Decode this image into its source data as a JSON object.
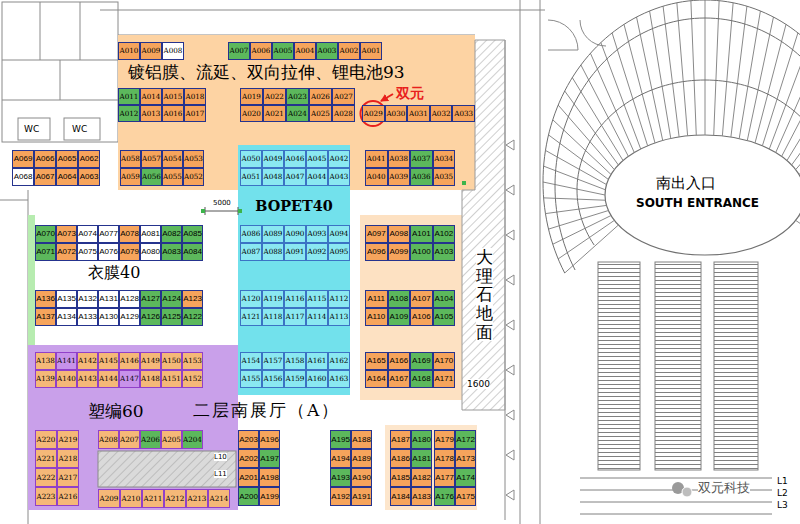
{
  "diagram": {
    "nodes": [
      {
        "text": [
          "镀铝膜、流延、双向拉伸、锂电池93"
        ]
      },
      {
        "text": [
          "A010"
        ],
        "in": 0
      },
      {
        "text": [
          "A009"
        ],
        "in": 0
      },
      {
        "text": [
          "A008"
        ],
        "in": 0
      },
      {
        "text": [
          "A007"
        ],
        "in": 0
      },
      {
        "text": [
          "A006"
        ],
        "in": 0
      },
      {
        "text": [
          "A005"
        ],
        "in": 0
      },
      {
        "text": [
          "A004"
        ],
        "in": 0
      },
      {
        "text": [
          "A003"
        ],
        "in": 0
      },
      {
        "text": [
          "A002"
        ],
        "in": 0
      },
      {
        "text": [
          "A001"
        ],
        "in": 0
      },
      {
        "text": [
          "A011"
        ],
        "in": 0
      },
      {
        "text": [
          "A014"
        ],
        "in": 0
      },
      {
        "text": [
          "A015"
        ],
        "in": 0
      },
      {
        "text": [
          "A018"
        ],
        "in": 0
      },
      {
        "text": [
          "A012"
        ],
        "in": 0
      },
      {
        "text": [
          "A013"
        ],
        "in": 0
      },
      {
        "text": [
          "A016"
        ],
        "in": 0
      },
      {
        "text": [
          "A017"
        ],
        "in": 0
      },
      {
        "text": [
          "A019"
        ],
        "in": 0
      },
      {
        "text": [
          "A022"
        ],
        "in": 0
      },
      {
        "text": [
          "A023"
        ],
        "in": 0
      },
      {
        "text": [
          "A026"
        ],
        "in": 0
      },
      {
        "text": [
          "A027"
        ],
        "in": 0
      },
      {
        "text": [
          "A020"
        ],
        "in": 0
      },
      {
        "text": [
          "A021"
        ],
        "in": 0
      },
      {
        "text": [
          "A024"
        ],
        "in": 0
      },
      {
        "text": [
          "A025"
        ],
        "in": 0
      },
      {
        "text": [
          "A028"
        ],
        "in": 0
      },
      {
        "text": [
          "A029"
        ],
        "in": 0
      },
      {
        "text": [
          "A030"
        ],
        "in": 0
      },
      {
        "text": [
          "A031"
        ],
        "in": 0
      },
      {
        "text": [
          "A032"
        ],
        "in": 0
      },
      {
        "text": [
          "A033"
        ],
        "in": 0
      },
      {
        "text": [
          "A058"
        ],
        "in": 0
      },
      {
        "text": [
          "A057"
        ],
        "in": 0
      },
      {
        "text": [
          "A054"
        ],
        "in": 0
      },
      {
        "text": [
          "A053"
        ],
        "in": 0
      },
      {
        "text": [
          "A059"
        ],
        "in": 0
      },
      {
        "text": [
          "A056"
        ],
        "in": 0
      },
      {
        "text": [
          "A055"
        ],
        "in": 0
      },
      {
        "text": [
          "A052"
        ],
        "in": 0
      },
      {
        "text": [
          "A041"
        ],
        "in": 0
      },
      {
        "text": [
          "A038"
        ],
        "in": 0
      },
      {
        "text": [
          "A037"
        ],
        "in": 0
      },
      {
        "text": [
          "A034"
        ],
        "in": 0
      },
      {
        "text": [
          "A040"
        ],
        "in": 0
      },
      {
        "text": [
          "A039"
        ],
        "in": 0
      },
      {
        "text": [
          "A036"
        ],
        "in": 0
      },
      {
        "text": [
          "A035"
        ],
        "in": 0
      },
      {
        "text": [
          "A069"
        ]
      },
      {
        "text": [
          "A066"
        ]
      },
      {
        "text": [
          "A065"
        ]
      },
      {
        "text": [
          "A062"
        ]
      },
      {
        "text": [
          "A068"
        ]
      },
      {
        "text": [
          "A067"
        ]
      },
      {
        "text": [
          "A064"
        ]
      },
      {
        "text": [
          "A063"
        ]
      },
      {
        "text": [
          "BOPET40"
        ]
      },
      {
        "text": [
          "A050"
        ],
        "in": 58
      },
      {
        "text": [
          "A049"
        ],
        "in": 58
      },
      {
        "text": [
          "A046"
        ],
        "in": 58
      },
      {
        "text": [
          "A045"
        ],
        "in": 58
      },
      {
        "text": [
          "A042"
        ],
        "in": 58
      },
      {
        "text": [
          "A051"
        ],
        "in": 58
      },
      {
        "text": [
          "A048"
        ],
        "in": 58
      },
      {
        "text": [
          "A047"
        ],
        "in": 58
      },
      {
        "text": [
          "A044"
        ],
        "in": 58
      },
      {
        "text": [
          "A043"
        ],
        "in": 58
      },
      {
        "text": [
          "A086"
        ],
        "in": 58
      },
      {
        "text": [
          "A089"
        ],
        "in": 58
      },
      {
        "text": [
          "A090"
        ],
        "in": 58
      },
      {
        "text": [
          "A093"
        ],
        "in": 58
      },
      {
        "text": [
          "A094"
        ],
        "in": 58
      },
      {
        "text": [
          "A087"
        ],
        "in": 58
      },
      {
        "text": [
          "A088"
        ],
        "in": 58
      },
      {
        "text": [
          "A091"
        ],
        "in": 58
      },
      {
        "text": [
          "A092"
        ],
        "in": 58
      },
      {
        "text": [
          "A095"
        ],
        "in": 58
      },
      {
        "text": [
          "A120"
        ],
        "in": 58
      },
      {
        "text": [
          "A119"
        ],
        "in": 58
      },
      {
        "text": [
          "A116"
        ],
        "in": 58
      },
      {
        "text": [
          "A115"
        ],
        "in": 58
      },
      {
        "text": [
          "A112"
        ],
        "in": 58
      },
      {
        "text": [
          "A121"
        ],
        "in": 58
      },
      {
        "text": [
          "A118"
        ],
        "in": 58
      },
      {
        "text": [
          "A117"
        ],
        "in": 58
      },
      {
        "text": [
          "A114"
        ],
        "in": 58
      },
      {
        "text": [
          "A113"
        ],
        "in": 58
      },
      {
        "text": [
          "A154"
        ],
        "in": 58
      },
      {
        "text": [
          "A157"
        ],
        "in": 58
      },
      {
        "text": [
          "A158"
        ],
        "in": 58
      },
      {
        "text": [
          "A161"
        ],
        "in": 58
      },
      {
        "text": [
          "A162"
        ],
        "in": 58
      },
      {
        "text": [
          "A155"
        ],
        "in": 58
      },
      {
        "text": [
          "A156"
        ],
        "in": 58
      },
      {
        "text": [
          "A159"
        ],
        "in": 58
      },
      {
        "text": [
          "A160"
        ],
        "in": 58
      },
      {
        "text": [
          "A163"
        ],
        "in": 58
      },
      {
        "text": [
          "A070"
        ]
      },
      {
        "text": [
          "A073"
        ]
      },
      {
        "text": [
          "A074"
        ]
      },
      {
        "text": [
          "A077"
        ]
      },
      {
        "text": [
          "A078"
        ]
      },
      {
        "text": [
          "A081"
        ]
      },
      {
        "text": [
          "A082"
        ]
      },
      {
        "text": [
          "A085"
        ]
      },
      {
        "text": [
          "A071"
        ]
      },
      {
        "text": [
          "A072"
        ]
      },
      {
        "text": [
          "A075"
        ]
      },
      {
        "text": [
          "A076"
        ]
      },
      {
        "text": [
          "A079"
        ]
      },
      {
        "text": [
          "A080"
        ]
      },
      {
        "text": [
          "A083"
        ]
      },
      {
        "text": [
          "A084"
        ]
      },
      {
        "text": [
          "A097"
        ]
      },
      {
        "text": [
          "A098"
        ]
      },
      {
        "text": [
          "A101"
        ]
      },
      {
        "text": [
          "A102"
        ]
      },
      {
        "text": [
          "A096"
        ]
      },
      {
        "text": [
          "A099"
        ]
      },
      {
        "text": [
          "A100"
        ]
      },
      {
        "text": [
          "A103"
        ]
      },
      {
        "text": [
          "A136"
        ]
      },
      {
        "text": [
          "A135"
        ]
      },
      {
        "text": [
          "A132"
        ]
      },
      {
        "text": [
          "A131"
        ]
      },
      {
        "text": [
          "A128"
        ]
      },
      {
        "text": [
          "A127"
        ]
      },
      {
        "text": [
          "A124"
        ]
      },
      {
        "text": [
          "A123"
        ]
      },
      {
        "text": [
          "A137"
        ]
      },
      {
        "text": [
          "A134"
        ]
      },
      {
        "text": [
          "A133"
        ]
      },
      {
        "text": [
          "A130"
        ]
      },
      {
        "text": [
          "A129"
        ]
      },
      {
        "text": [
          "A126"
        ]
      },
      {
        "text": [
          "A125"
        ]
      },
      {
        "text": [
          "A122"
        ]
      },
      {
        "text": [
          "A111"
        ]
      },
      {
        "text": [
          "A108"
        ]
      },
      {
        "text": [
          "A107"
        ]
      },
      {
        "text": [
          "A104"
        ]
      },
      {
        "text": [
          "A110"
        ]
      },
      {
        "text": [
          "A109"
        ]
      },
      {
        "text": [
          "A106"
        ]
      },
      {
        "text": [
          "A105"
        ]
      },
      {
        "text": [
          "塑编60"
        ]
      },
      {
        "text": [
          "A138"
        ],
        "in": 147
      },
      {
        "text": [
          "A141"
        ],
        "in": 147
      },
      {
        "text": [
          "A142"
        ],
        "in": 147
      },
      {
        "text": [
          "A145"
        ],
        "in": 147
      },
      {
        "text": [
          "A146"
        ],
        "in": 147
      },
      {
        "text": [
          "A149"
        ],
        "in": 147
      },
      {
        "text": [
          "A150"
        ],
        "in": 147
      },
      {
        "text": [
          "A153"
        ],
        "in": 147
      },
      {
        "text": [
          "A139"
        ],
        "in": 147
      },
      {
        "text": [
          "A140"
        ],
        "in": 147
      },
      {
        "text": [
          "A143"
        ],
        "in": 147
      },
      {
        "text": [
          "A144"
        ],
        "in": 147
      },
      {
        "text": [
          "A147"
        ],
        "in": 147
      },
      {
        "text": [
          "A148"
        ],
        "in": 147
      },
      {
        "text": [
          "A151"
        ],
        "in": 147
      },
      {
        "text": [
          "A152"
        ],
        "in": 147
      },
      {
        "text": [
          "A220"
        ],
        "in": 147
      },
      {
        "text": [
          "A219"
        ],
        "in": 147
      },
      {
        "text": [
          "A221"
        ],
        "in": 147
      },
      {
        "text": [
          "A218"
        ],
        "in": 147
      },
      {
        "text": [
          "A222"
        ],
        "in": 147
      },
      {
        "text": [
          "A217"
        ],
        "in": 147
      },
      {
        "text": [
          "A223"
        ],
        "in": 147
      },
      {
        "text": [
          "A216"
        ],
        "in": 147
      },
      {
        "text": [
          "A208"
        ],
        "in": 147
      },
      {
        "text": [
          "A207"
        ],
        "in": 147
      },
      {
        "text": [
          "A206"
        ],
        "in": 147
      },
      {
        "text": [
          "A205"
        ],
        "in": 147
      },
      {
        "text": [
          "A204"
        ],
        "in": 147
      },
      {
        "text": [
          "A209"
        ],
        "in": 147
      },
      {
        "text": [
          "A210"
        ],
        "in": 147
      },
      {
        "text": [
          "A211"
        ],
        "in": 147
      },
      {
        "text": [
          "A212"
        ],
        "in": 147
      },
      {
        "text": [
          "A213"
        ],
        "in": 147
      },
      {
        "text": [
          "A214"
        ],
        "in": 147
      },
      {
        "text": [
          "A165"
        ]
      },
      {
        "text": [
          "A166"
        ]
      },
      {
        "text": [
          "A169"
        ]
      },
      {
        "text": [
          "A170"
        ]
      },
      {
        "text": [
          "A164"
        ]
      },
      {
        "text": [
          "A167"
        ]
      },
      {
        "text": [
          "A168"
        ]
      },
      {
        "text": [
          "A171"
        ]
      },
      {
        "text": [
          "A203"
        ]
      },
      {
        "text": [
          "A196"
        ]
      },
      {
        "text": [
          "A195"
        ]
      },
      {
        "text": [
          "A188"
        ]
      },
      {
        "text": [
          "A187"
        ]
      },
      {
        "text": [
          "A180"
        ]
      },
      {
        "text": [
          "A179"
        ]
      },
      {
        "text": [
          "A172"
        ]
      },
      {
        "text": [
          "A202"
        ]
      },
      {
        "text": [
          "A197"
        ]
      },
      {
        "text": [
          "A194"
        ]
      },
      {
        "text": [
          "A189"
        ]
      },
      {
        "text": [
          "A186"
        ]
      },
      {
        "text": [
          "A181"
        ]
      },
      {
        "text": [
          "A178"
        ]
      },
      {
        "text": [
          "A173"
        ]
      },
      {
        "text": [
          "A201"
        ]
      },
      {
        "text": [
          "A198"
        ]
      },
      {
        "text": [
          "A193"
        ]
      },
      {
        "text": [
          "A190"
        ]
      },
      {
        "text": [
          "A185"
        ]
      },
      {
        "text": [
          "A182"
        ]
      },
      {
        "text": [
          "A177"
        ]
      },
      {
        "text": [
          "A174"
        ]
      },
      {
        "text": [
          "A200"
        ]
      },
      {
        "text": [
          "A199"
        ]
      },
      {
        "text": [
          "A192"
        ]
      },
      {
        "text": [
          "A191"
        ]
      },
      {
        "text": [
          "A184"
        ]
      },
      {
        "text": [
          "A183"
        ]
      },
      {
        "text": [
          "A176"
        ]
      },
      {
        "text": [
          "A175"
        ]
      }
    ],
    "labels": [
      "WC",
      "WC",
      "5000",
      "衣膜40",
      "二层南展厅（A）",
      "大理石地面",
      "1600",
      "南出入口",
      "SOUTH ENTRANCE",
      "双元",
      "L10",
      "L11",
      "L1",
      "L2",
      "L3",
      "双元科技"
    ]
  }
}
